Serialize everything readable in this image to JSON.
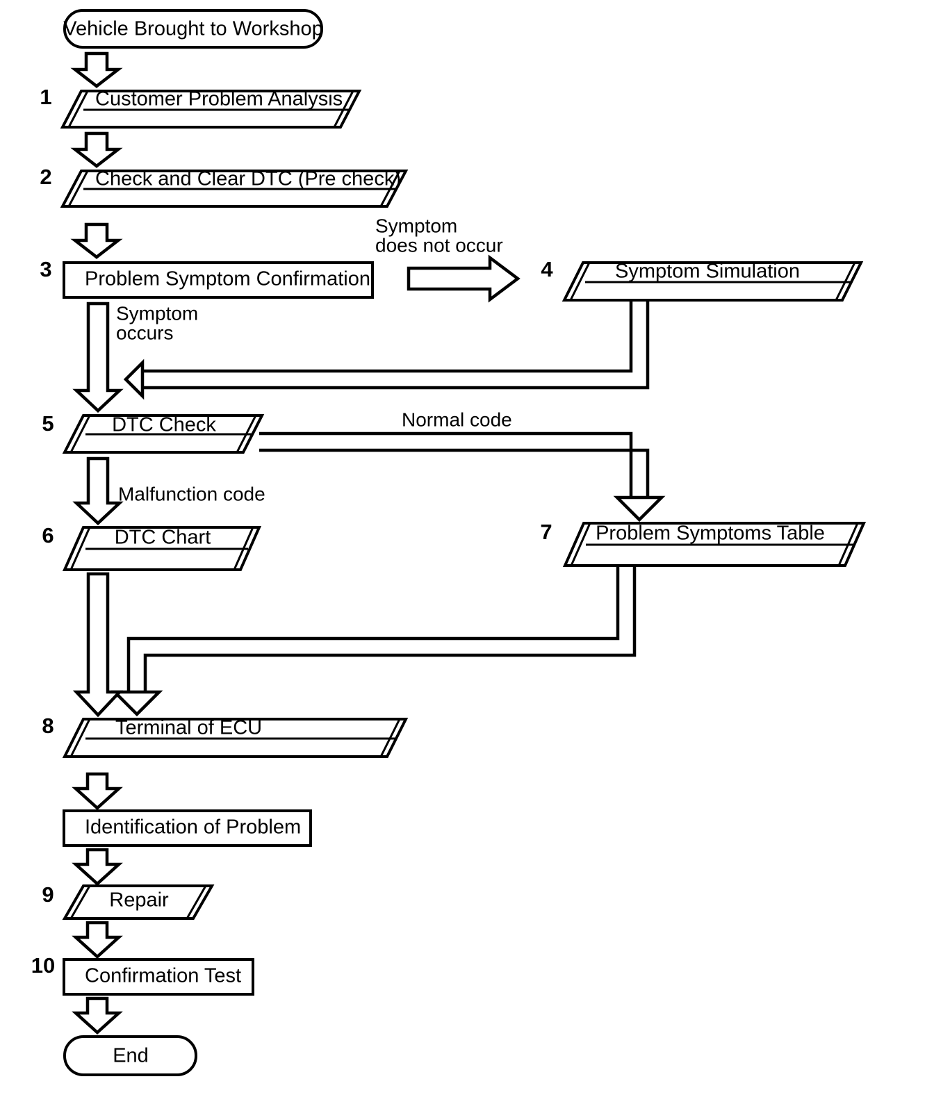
{
  "diagram": {
    "title": "Diagnostic Troubleshooting Flowchart",
    "line_color": "#000000",
    "fill_color": "#ffffff",
    "nodes": [
      {
        "id": "start",
        "number": "",
        "label": "Vehicle Brought to Workshop",
        "shape": "rounded-terminator"
      },
      {
        "id": "n1",
        "number": "1",
        "label": "Customer Problem Analysis",
        "shape": "document-parallelogram"
      },
      {
        "id": "n2",
        "number": "2",
        "label": "Check and Clear DTC (Pre check)",
        "shape": "document-parallelogram"
      },
      {
        "id": "n3",
        "number": "3",
        "label": "Problem Symptom Confirmation",
        "shape": "rectangle"
      },
      {
        "id": "n4",
        "number": "4",
        "label": "Symptom Simulation",
        "shape": "document-parallelogram"
      },
      {
        "id": "n5",
        "number": "5",
        "label": "DTC Check",
        "shape": "document-parallelogram"
      },
      {
        "id": "n6",
        "number": "6",
        "label": "DTC Chart",
        "shape": "document-parallelogram"
      },
      {
        "id": "n7",
        "number": "7",
        "label": "Problem Symptoms Table",
        "shape": "document-parallelogram"
      },
      {
        "id": "n8",
        "number": "8",
        "label": "Terminal of ECU",
        "shape": "document-parallelogram"
      },
      {
        "id": "ident",
        "number": "",
        "label": "Identification of Problem",
        "shape": "rectangle"
      },
      {
        "id": "n9",
        "number": "9",
        "label": "Repair",
        "shape": "parallelogram"
      },
      {
        "id": "n10",
        "number": "10",
        "label": "Confirmation Test",
        "shape": "rectangle"
      },
      {
        "id": "end",
        "number": "",
        "label": "End",
        "shape": "rounded-terminator"
      }
    ],
    "edge_labels": [
      {
        "id": "e-no-symptom",
        "line1": "Symptom",
        "line2": "does not occur"
      },
      {
        "id": "e-symptom-occurs",
        "line1": "Symptom",
        "line2": "occurs"
      },
      {
        "id": "e-normal",
        "line1": "Normal code",
        "line2": ""
      },
      {
        "id": "e-malfunction",
        "line1": "Malfunction code",
        "line2": ""
      }
    ]
  }
}
